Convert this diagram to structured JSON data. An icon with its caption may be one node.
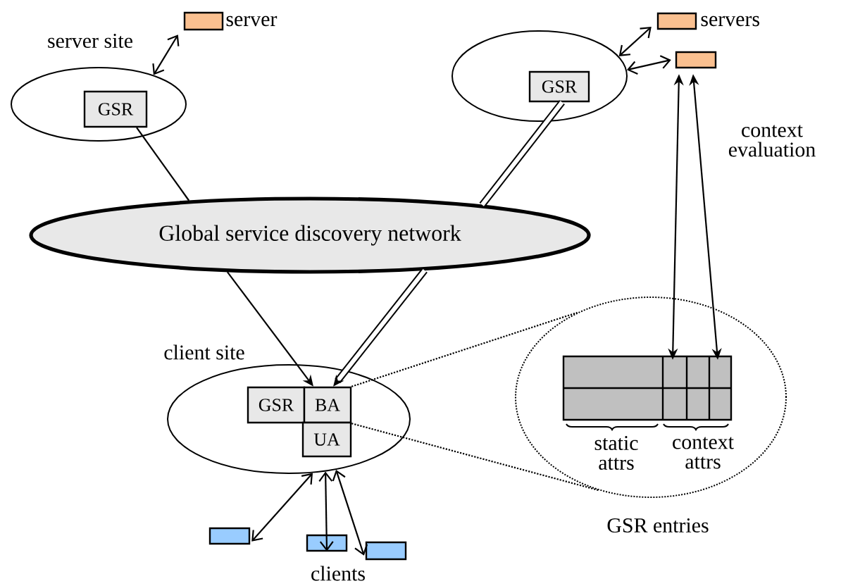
{
  "diagram": {
    "nodes": [
      {
        "text": [
          "server site"
        ]
      },
      {
        "text": [
          "GSR"
        ],
        "in": 0
      },
      {
        "text": [
          "server"
        ]
      },
      {
        "text": [],
        "shape": "ellipse"
      },
      {
        "text": [
          "GSR"
        ],
        "in": 3
      },
      {
        "text": [
          "servers"
        ]
      },
      {
        "text": [],
        "shape": "box"
      },
      {
        "text": [
          "Global service discovery network"
        ]
      },
      {
        "text": [
          "client site"
        ]
      },
      {
        "text": [
          "GSR"
        ],
        "in": 8
      },
      {
        "text": [
          "BA"
        ],
        "in": 8
      },
      {
        "text": [
          "UA"
        ],
        "in": 8
      },
      {
        "text": [],
        "shape": "box"
      },
      {
        "text": [],
        "shape": "box"
      },
      {
        "text": [],
        "shape": "box"
      },
      {
        "text": [
          "GSR entries"
        ]
      },
      {
        "text": [],
        "shape": "box",
        "in": 15,
        "beside": [
          "static attrs",
          "context attrs"
        ]
      }
    ],
    "edges": [
      {
        "from": 2,
        "to": 0,
        "arrow": "both"
      },
      {
        "from": 5,
        "to": 3,
        "arrow": "both"
      },
      {
        "from": 6,
        "to": 3,
        "arrow": "both"
      },
      {
        "from": 1,
        "to": 7,
        "arrow": "none"
      },
      {
        "from": 7,
        "to": 10,
        "arrow": "to"
      },
      {
        "from": 4,
        "to": 7,
        "arrow": "none",
        "style": "thick"
      },
      {
        "from": 7,
        "to": 10,
        "arrow": "to",
        "style": "thick"
      },
      {
        "from": 10,
        "to": 15,
        "arrow": "none",
        "style": "dashed"
      },
      {
        "from": 10,
        "to": 15,
        "arrow": "none",
        "style": "dashed"
      },
      {
        "from": 6,
        "to": 16,
        "arrow": "both"
      },
      {
        "from": 6,
        "to": 16,
        "arrow": "both",
        "label": "context evaluation"
      },
      {
        "from": 12,
        "to": 8,
        "arrow": "both"
      },
      {
        "from": 13,
        "to": 8,
        "arrow": "both"
      },
      {
        "from": 14,
        "to": 8,
        "arrow": "both"
      }
    ],
    "labels": [
      "clients"
    ]
  }
}
